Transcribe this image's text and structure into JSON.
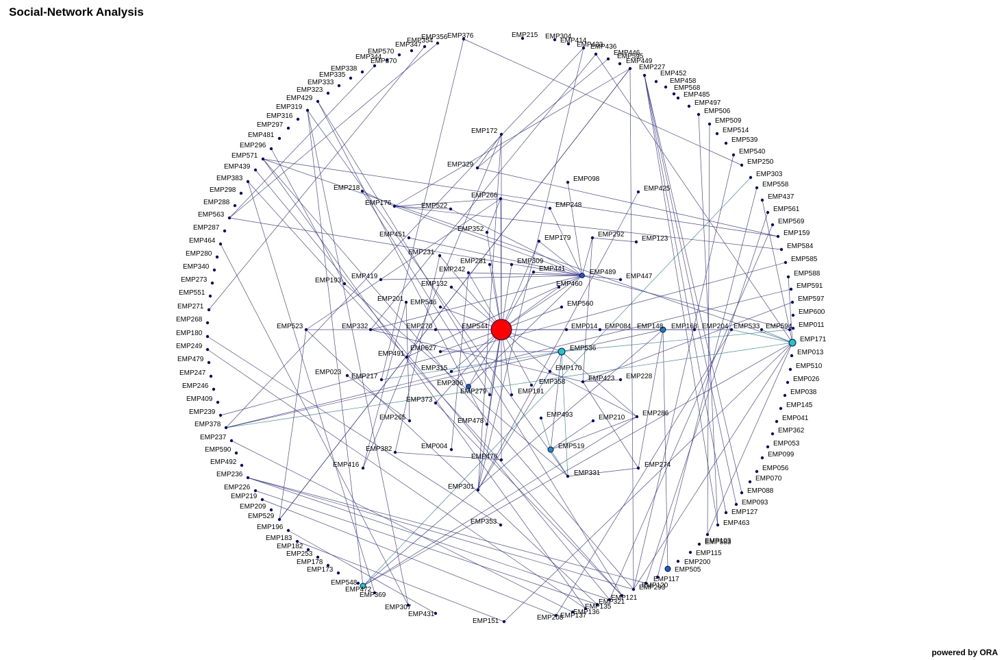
{
  "title": "Social-Network Analysis",
  "footer": "powered by ORA",
  "colors": {
    "edge": "#2a2a8a",
    "edge_alt": "#1f7f8a",
    "node": "#0a0a6e",
    "hub": "#ff0000",
    "accent": "#1ec8c8"
  },
  "nodes": [
    "EMP544",
    "EMP536",
    "EMP171",
    "EMP472",
    "EMP148",
    "EMP519",
    "EMP489",
    "EMP306",
    "EMP505",
    "EMP376",
    "EMP215",
    "EMP304",
    "EMP414",
    "EMP433",
    "EMP436",
    "EMP446",
    "EMP595",
    "EMP449",
    "EMP227",
    "EMP452",
    "EMP458",
    "EMP568",
    "EMP485",
    "EMP497",
    "EMP506",
    "EMP509",
    "EMP514",
    "EMP539",
    "EMP540",
    "EMP250",
    "EMP303",
    "EMP558",
    "EMP437",
    "EMP561",
    "EMP569",
    "EMP159",
    "EMP584",
    "EMP585",
    "EMP588",
    "EMP591",
    "EMP597",
    "EMP600",
    "EMP011",
    "EMP013",
    "EMP510",
    "EMP026",
    "EMP038",
    "EMP145",
    "EMP041",
    "EMP362",
    "EMP053",
    "EMP099",
    "EMP056",
    "EMP070",
    "EMP088",
    "EMP093",
    "EMP127",
    "EMP463",
    "EMP103",
    "EMP583",
    "EMP115",
    "EMP200",
    "EMP117",
    "EMP120",
    "EMP293",
    "EMP121",
    "EMP321",
    "EMP135",
    "EMP136",
    "EMP137",
    "EMP208",
    "EMP151",
    "EMP431",
    "EMP369",
    "EMP307",
    "EMP548",
    "EMP173",
    "EMP178",
    "EMP253",
    "EMP182",
    "EMP183",
    "EMP196",
    "EMP529",
    "EMP209",
    "EMP219",
    "EMP226",
    "EMP236",
    "EMP492",
    "EMP590",
    "EMP237",
    "EMP378",
    "EMP239",
    "EMP409",
    "EMP246",
    "EMP247",
    "EMP479",
    "EMP249",
    "EMP180",
    "EMP268",
    "EMP271",
    "EMP551",
    "EMP273",
    "EMP340",
    "EMP280",
    "EMP464",
    "EMP287",
    "EMP563",
    "EMP288",
    "EMP298",
    "EMP383",
    "EMP439",
    "EMP571",
    "EMP296",
    "EMP481",
    "EMP297",
    "EMP316",
    "EMP319",
    "EMP429",
    "EMP323",
    "EMP333",
    "EMP335",
    "EMP338",
    "EMP370",
    "EMP344",
    "EMP570",
    "EMP347",
    "EMP354",
    "EMP356",
    "EMP172",
    "EMP329",
    "EMP098",
    "EMP425",
    "EMP218",
    "EMP176",
    "EMP522",
    "EMP266",
    "EMP248",
    "EMP352",
    "EMP179",
    "EMP292",
    "EMP123",
    "EMP451",
    "EMP231",
    "EMP281",
    "EMP309",
    "EMP441",
    "EMP242",
    "EMP447",
    "EMP419",
    "EMP193",
    "EMP132",
    "EMP460",
    "EMP201",
    "EMP546",
    "EMP560",
    "EMP523",
    "EMP332",
    "EMP270",
    "EMP014",
    "EMP084",
    "EMP168",
    "EMP204",
    "EMP533",
    "EMP594",
    "EMP527",
    "EMP491",
    "EMP315",
    "EMP170",
    "EMP023",
    "EMP217",
    "EMP279",
    "EMP358",
    "EMP191",
    "EMP423",
    "EMP228",
    "EMP373",
    "EMP265",
    "EMP493",
    "EMP210",
    "EMP286",
    "EMP478",
    "EMP004",
    "EMP382",
    "EMP476",
    "EMP416",
    "EMP331",
    "EMP274",
    "EMP301",
    "EMP353"
  ]
}
